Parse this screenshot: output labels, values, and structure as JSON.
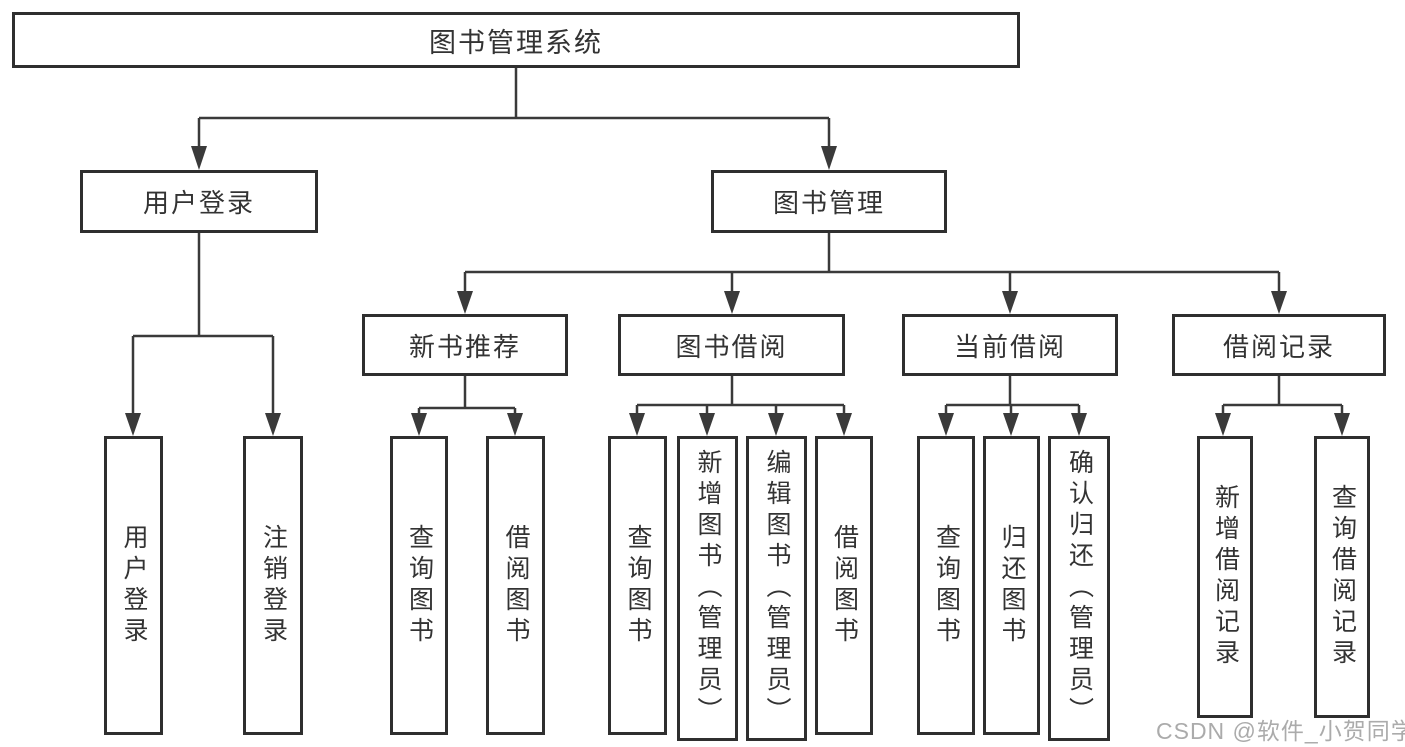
{
  "colors": {
    "box_border": "#2f2f2f",
    "connector_line": "#3a3a3a",
    "text": "#333333",
    "watermark": "#ababab",
    "background": "#ffffff"
  },
  "tree": {
    "root": "图书管理系统",
    "level2": [
      "用户登录",
      "图书管理"
    ],
    "level3": [
      "新书推荐",
      "图书借阅",
      "当前借阅",
      "借阅记录"
    ],
    "leaves": {
      "user_login": [
        "用户登录",
        "注销登录"
      ],
      "new_book_rec": [
        "查询图书",
        "借阅图书"
      ],
      "book_borrow": [
        "查询图书",
        "新增图书（管理员）",
        "编辑图书（管理员）",
        "借阅图书"
      ],
      "current_borrow": [
        "查询图书",
        "归还图书",
        "确认归还（管理员）"
      ],
      "borrow_records": [
        "新增借阅记录",
        "查询借阅记录"
      ]
    }
  },
  "watermark": "CSDN @软件_小贺同学"
}
